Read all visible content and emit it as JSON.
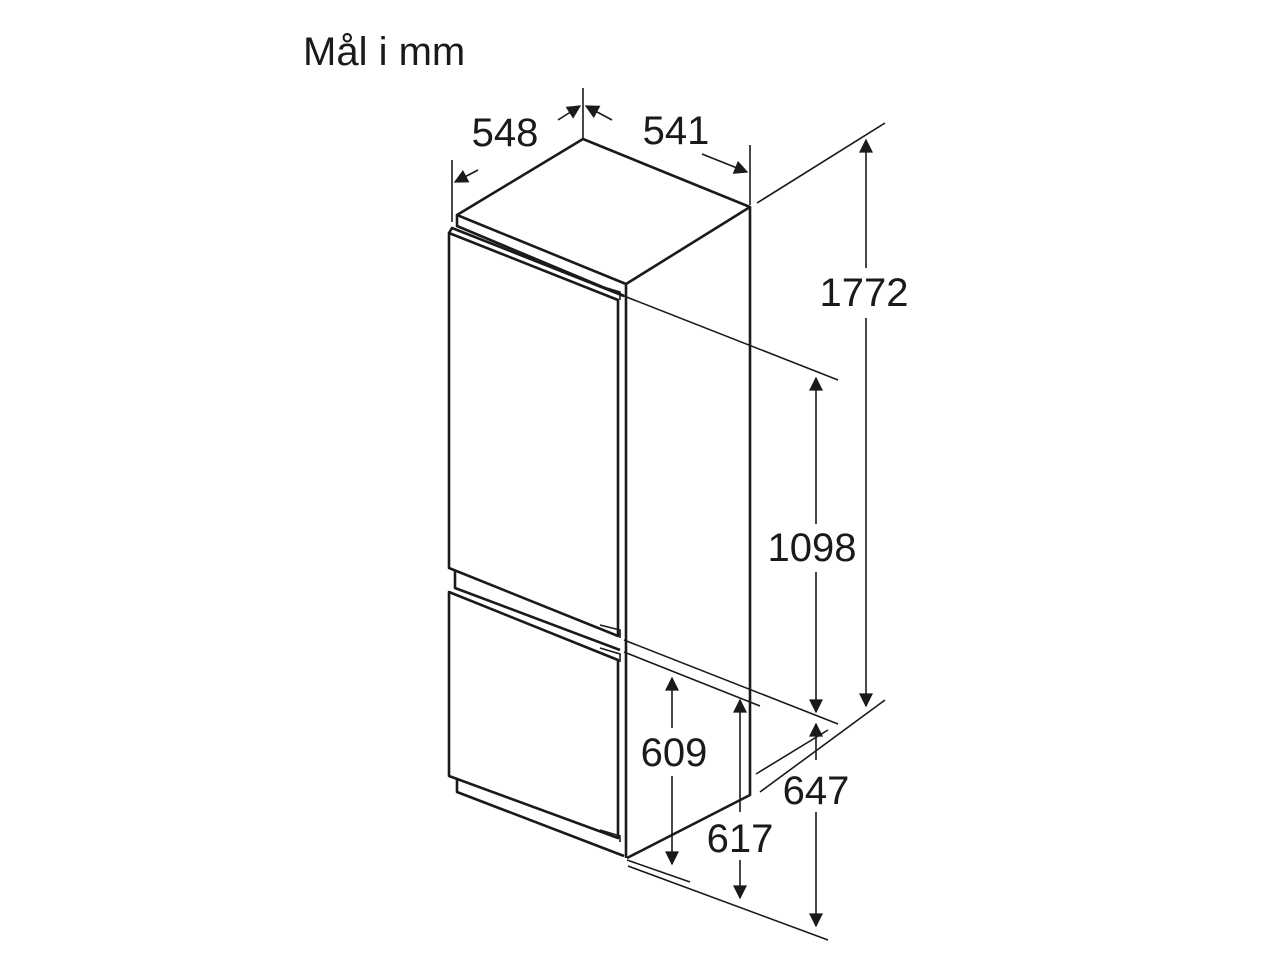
{
  "title": "Mål i mm",
  "dimensions": {
    "width": "548",
    "depth": "541",
    "total_height": "1772",
    "upper_door": "1098",
    "lower_door": "609",
    "lower_opening": "617",
    "bottom_depth": "647"
  },
  "colors": {
    "line": "#1a1a1a",
    "background": "#ffffff"
  }
}
